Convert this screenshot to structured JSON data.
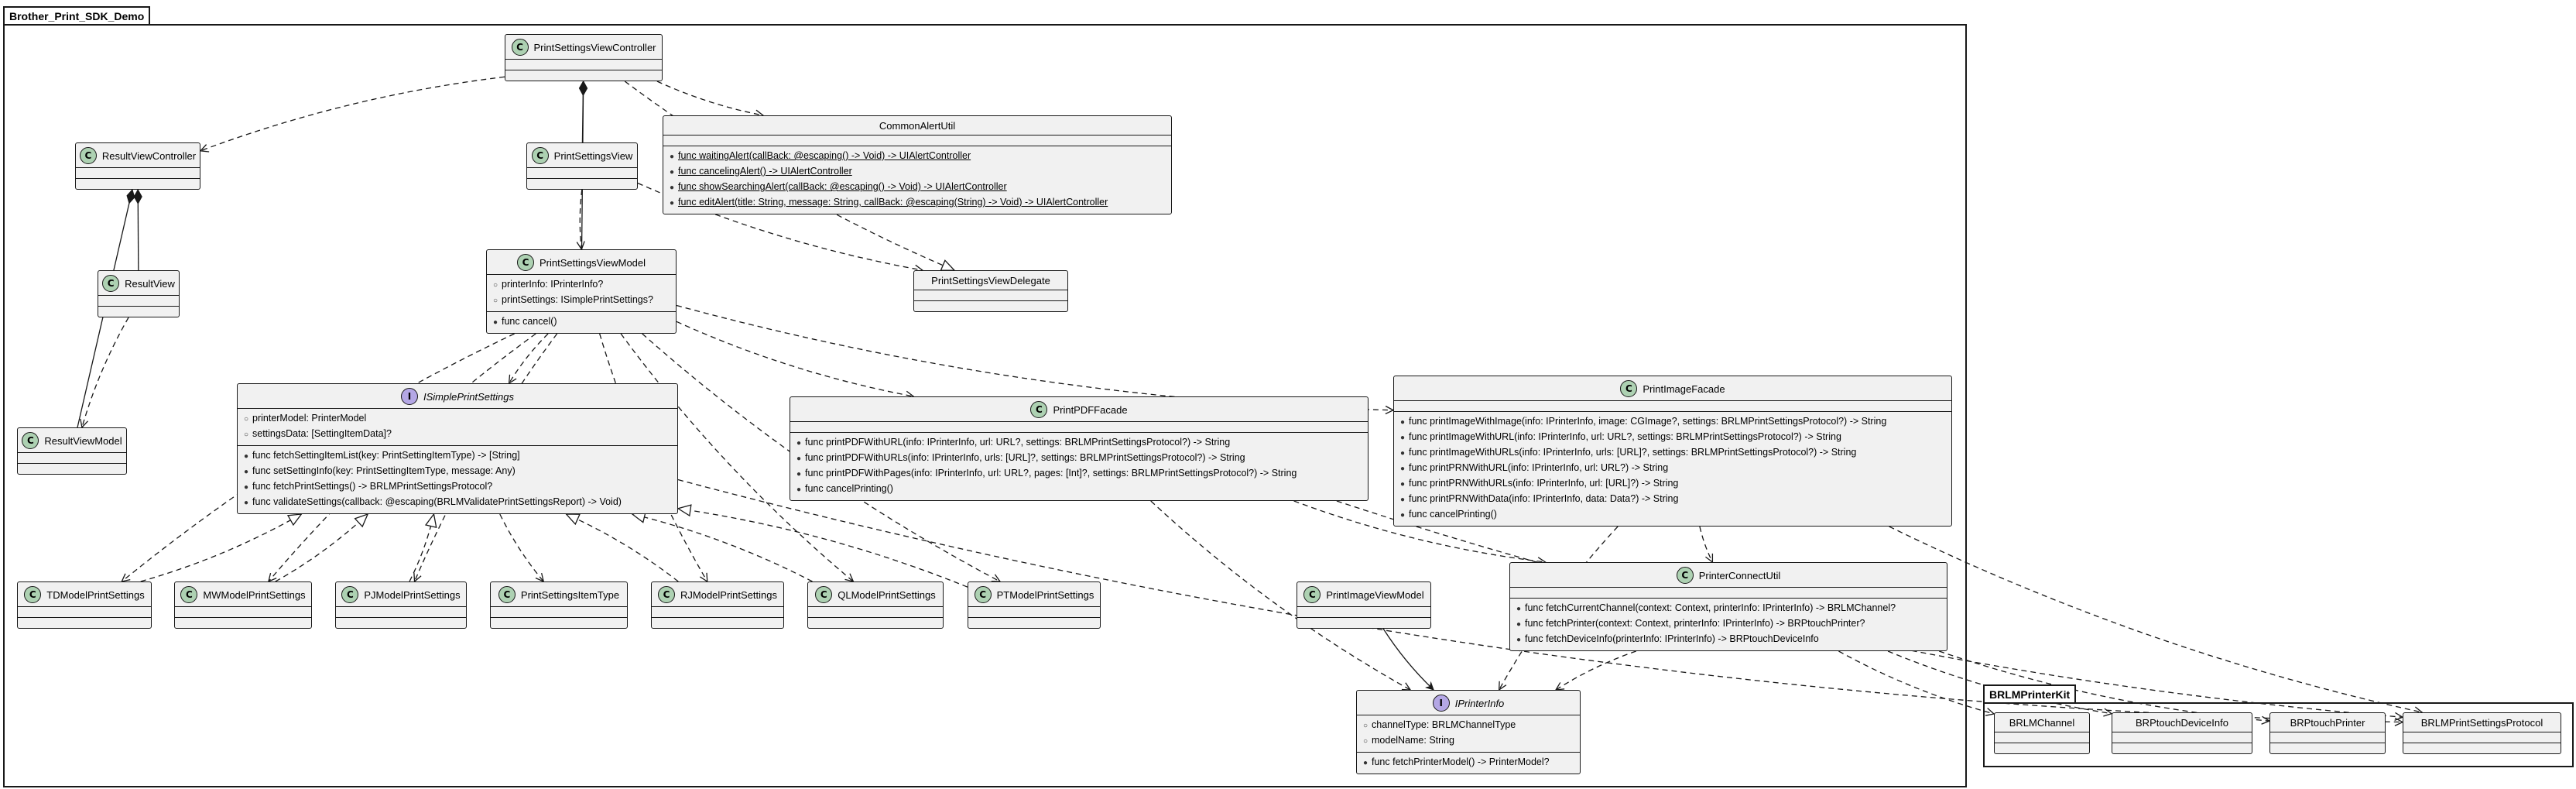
{
  "packages": {
    "demo": "Brother_Print_SDK_Demo",
    "kit": "BRLMPrinterKit"
  },
  "classes": {
    "PrintSettingsViewController": {
      "name": "PrintSettingsViewController",
      "kind": "C",
      "fields": [],
      "methods": []
    },
    "ResultViewController": {
      "name": "ResultViewController",
      "kind": "C",
      "fields": [],
      "methods": []
    },
    "PrintSettingsView": {
      "name": "PrintSettingsView",
      "kind": "C",
      "fields": [],
      "methods": []
    },
    "CommonAlertUtil": {
      "name": "CommonAlertUtil",
      "kind": "",
      "fields": [],
      "methods": [
        "func waitingAlert(callBack: @escaping() -> Void) -> UIAlertController",
        "func cancelingAlert() -> UIAlertController",
        "func showSearchingAlert(callBack: @escaping() -> Void) -> UIAlertController",
        "func editAlert(title: String, message: String, callBack: @escaping(String) -> Void) -> UIAlertController"
      ]
    },
    "ResultView": {
      "name": "ResultView",
      "kind": "C",
      "fields": [],
      "methods": []
    },
    "PrintSettingsViewModel": {
      "name": "PrintSettingsViewModel",
      "kind": "C",
      "fields": [
        "printerInfo: IPrinterInfo?",
        "printSettings: ISimplePrintSettings?"
      ],
      "methods": [
        "func cancel()"
      ]
    },
    "PrintSettingsViewDelegate": {
      "name": "PrintSettingsViewDelegate",
      "kind": "",
      "fields": [],
      "methods": []
    },
    "ResultViewModel": {
      "name": "ResultViewModel",
      "kind": "C",
      "fields": [],
      "methods": []
    },
    "ISimplePrintSettings": {
      "name": "ISimplePrintSettings",
      "kind": "I",
      "fields": [
        "printerModel: PrinterModel",
        "settingsData: [SettingItemData]?"
      ],
      "methods": [
        "func fetchSettingItemList(key: PrintSettingItemType) -> [String]",
        "func setSettingInfo(key: PrintSettingItemType, message: Any)",
        "func fetchPrintSettings() -> BRLMPrintSettingsProtocol?",
        "func validateSettings(callback: @escaping(BRLMValidatePrintSettingsReport) -> Void)"
      ]
    },
    "PrintPDFFacade": {
      "name": "PrintPDFFacade",
      "kind": "C",
      "fields": [],
      "methods": [
        "func printPDFWithURL(info: IPrinterInfo, url: URL?, settings: BRLMPrintSettingsProtocol?) -> String",
        "func printPDFWithURLs(info: IPrinterInfo, urls: [URL]?, settings: BRLMPrintSettingsProtocol?) -> String",
        "func printPDFWithPages(info: IPrinterInfo, url: URL?, pages: [Int]?, settings: BRLMPrintSettingsProtocol?) -> String",
        "func cancelPrinting()"
      ]
    },
    "PrintImageFacade": {
      "name": "PrintImageFacade",
      "kind": "C",
      "fields": [],
      "methods": [
        "func printImageWithImage(info: IPrinterInfo, image: CGImage?, settings: BRLMPrintSettingsProtocol?) -> String",
        "func printImageWithURL(info: IPrinterInfo, url: URL?, settings: BRLMPrintSettingsProtocol?) -> String",
        "func printImageWithURLs(info: IPrinterInfo, urls: [URL]?, settings: BRLMPrintSettingsProtocol?) -> String",
        "func printPRNWithURL(info: IPrinterInfo, url: URL?) -> String",
        "func printPRNWithURLs(info: IPrinterInfo, url: [URL]?) -> String",
        "func printPRNWithData(info: IPrinterInfo, data: Data?) -> String",
        "func cancelPrinting()"
      ]
    },
    "PrinterConnectUtil": {
      "name": "PrinterConnectUtil",
      "kind": "C",
      "fields": [],
      "methods": [
        "func fetchCurrentChannel(context: Context, printerInfo: IPrinterInfo) -> BRLMChannel?",
        "func fetchPrinter(context: Context, printerInfo: IPrinterInfo) -> BRPtouchPrinter?",
        "func fetchDeviceInfo(printerInfo: IPrinterInfo) -> BRPtouchDeviceInfo"
      ]
    },
    "TDModelPrintSettings": {
      "name": "TDModelPrintSettings",
      "kind": "C",
      "fields": [],
      "methods": []
    },
    "MWModelPrintSettings": {
      "name": "MWModelPrintSettings",
      "kind": "C",
      "fields": [],
      "methods": []
    },
    "PJModelPrintSettings": {
      "name": "PJModelPrintSettings",
      "kind": "C",
      "fields": [],
      "methods": []
    },
    "PrintSettingsItemType": {
      "name": "PrintSettingsItemType",
      "kind": "C",
      "fields": [],
      "methods": []
    },
    "RJModelPrintSettings": {
      "name": "RJModelPrintSettings",
      "kind": "C",
      "fields": [],
      "methods": []
    },
    "QLModelPrintSettings": {
      "name": "QLModelPrintSettings",
      "kind": "C",
      "fields": [],
      "methods": []
    },
    "PTModelPrintSettings": {
      "name": "PTModelPrintSettings",
      "kind": "C",
      "fields": [],
      "methods": []
    },
    "PrintImageViewModel": {
      "name": "PrintImageViewModel",
      "kind": "C",
      "fields": [],
      "methods": []
    },
    "IPrinterInfo": {
      "name": "IPrinterInfo",
      "kind": "I",
      "fields": [
        "channelType: BRLMChannelType",
        "modelName: String"
      ],
      "methods": [
        "func fetchPrinterModel() -> PrinterModel?"
      ]
    },
    "BRLMChannel": {
      "name": "BRLMChannel",
      "kind": "",
      "fields": [],
      "methods": []
    },
    "BRPtouchDeviceInfo": {
      "name": "BRPtouchDeviceInfo",
      "kind": "",
      "fields": [],
      "methods": []
    },
    "BRPtouchPrinter": {
      "name": "BRPtouchPrinter",
      "kind": "",
      "fields": [],
      "methods": []
    },
    "BRLMPrintSettingsProtocol": {
      "name": "BRLMPrintSettingsProtocol",
      "kind": "",
      "fields": [],
      "methods": []
    }
  },
  "relations": [
    {
      "from": "PrintSettingsViewController",
      "to": "ResultViewController",
      "type": "dependency"
    },
    {
      "from": "PrintSettingsViewController",
      "to": "CommonAlertUtil",
      "type": "dependency"
    },
    {
      "from": "PrintSettingsViewController",
      "to": "PrintSettingsViewDelegate",
      "type": "realization"
    },
    {
      "from": "PrintSettingsViewController",
      "to": "PrintSettingsView",
      "type": "composition"
    },
    {
      "from": "PrintSettingsViewController",
      "to": "PrintSettingsViewModel",
      "type": "composition"
    },
    {
      "from": "PrintSettingsView",
      "to": "PrintSettingsViewModel",
      "type": "dependency"
    },
    {
      "from": "PrintSettingsView",
      "to": "PrintSettingsViewDelegate",
      "type": "dependency"
    },
    {
      "from": "ResultViewController",
      "to": "ResultView",
      "type": "composition"
    },
    {
      "from": "ResultViewController",
      "to": "ResultViewModel",
      "type": "composition"
    },
    {
      "from": "ResultView",
      "to": "ResultViewModel",
      "type": "dependency"
    },
    {
      "from": "PrintSettingsViewModel",
      "to": "ISimplePrintSettings",
      "type": "dependency"
    },
    {
      "from": "PrintSettingsViewModel",
      "to": "PrintPDFFacade",
      "type": "dependency"
    },
    {
      "from": "PrintSettingsViewModel",
      "to": "PrintImageFacade",
      "type": "dependency"
    },
    {
      "from": "PrintSettingsViewModel",
      "to": "TDModelPrintSettings",
      "type": "dependency"
    },
    {
      "from": "PrintSettingsViewModel",
      "to": "MWModelPrintSettings",
      "type": "dependency"
    },
    {
      "from": "PrintSettingsViewModel",
      "to": "PJModelPrintSettings",
      "type": "dependency"
    },
    {
      "from": "PrintSettingsViewModel",
      "to": "RJModelPrintSettings",
      "type": "dependency"
    },
    {
      "from": "PrintSettingsViewModel",
      "to": "QLModelPrintSettings",
      "type": "dependency"
    },
    {
      "from": "PrintSettingsViewModel",
      "to": "PTModelPrintSettings",
      "type": "dependency"
    },
    {
      "from": "ISimplePrintSettings",
      "to": "PrintSettingsItemType",
      "type": "dependency"
    },
    {
      "from": "TDModelPrintSettings",
      "to": "ISimplePrintSettings",
      "type": "realization"
    },
    {
      "from": "MWModelPrintSettings",
      "to": "ISimplePrintSettings",
      "type": "realization"
    },
    {
      "from": "PJModelPrintSettings",
      "to": "ISimplePrintSettings",
      "type": "realization"
    },
    {
      "from": "RJModelPrintSettings",
      "to": "ISimplePrintSettings",
      "type": "realization"
    },
    {
      "from": "QLModelPrintSettings",
      "to": "ISimplePrintSettings",
      "type": "realization"
    },
    {
      "from": "PTModelPrintSettings",
      "to": "ISimplePrintSettings",
      "type": "realization"
    },
    {
      "from": "PrintPDFFacade",
      "to": "PrinterConnectUtil",
      "type": "dependency"
    },
    {
      "from": "PrintPDFFacade",
      "to": "IPrinterInfo",
      "type": "dependency"
    },
    {
      "from": "PrintPDFFacade",
      "to": "BRLMPrintSettingsProtocol",
      "type": "dependency"
    },
    {
      "from": "PrintImageFacade",
      "to": "PrinterConnectUtil",
      "type": "dependency"
    },
    {
      "from": "PrintImageFacade",
      "to": "IPrinterInfo",
      "type": "dependency"
    },
    {
      "from": "PrintImageFacade",
      "to": "BRLMPrintSettingsProtocol",
      "type": "dependency"
    },
    {
      "from": "PrinterConnectUtil",
      "to": "IPrinterInfo",
      "type": "dependency"
    },
    {
      "from": "PrinterConnectUtil",
      "to": "BRLMChannel",
      "type": "dependency"
    },
    {
      "from": "PrinterConnectUtil",
      "to": "BRPtouchDeviceInfo",
      "type": "dependency"
    },
    {
      "from": "PrinterConnectUtil",
      "to": "BRPtouchPrinter",
      "type": "dependency"
    },
    {
      "from": "PrintImageViewModel",
      "to": "IPrinterInfo",
      "type": "association"
    },
    {
      "from": "ISimplePrintSettings",
      "to": "BRLMPrintSettingsProtocol",
      "type": "dependency"
    }
  ]
}
